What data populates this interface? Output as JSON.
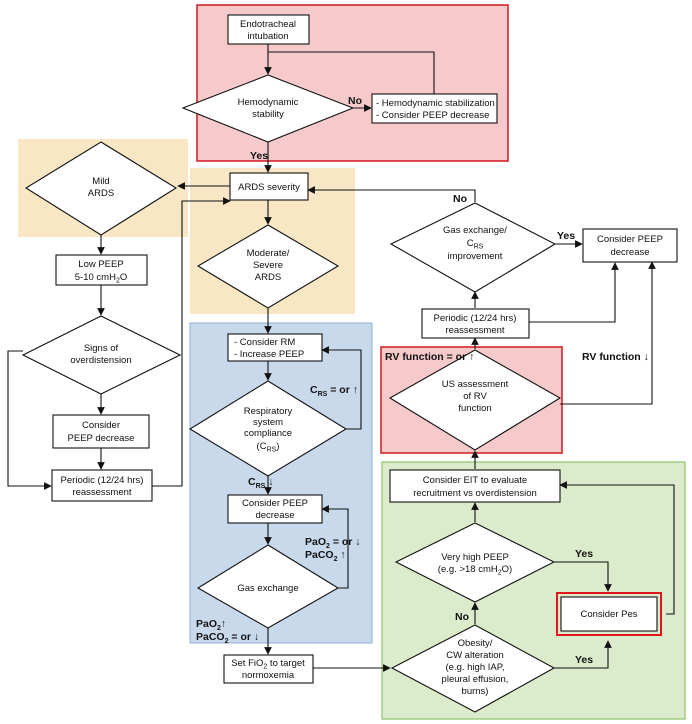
{
  "colors": {
    "red_region": "#f6c9cb",
    "red_border": "#d4252c",
    "yellow_region": "#f8e6c4",
    "blue_region": "#c9d9ec",
    "blue_border": "#8fb0d6",
    "green_region": "#dcebcb",
    "green_border": "#8fc06b",
    "highlight_border": "#e0161b"
  },
  "nodes": {
    "intubation": [
      "Endotracheal",
      "intubation"
    ],
    "hemo_stability": [
      "Hemodynamic",
      "stability"
    ],
    "hemo_stabilization": [
      "- Hemodynamic stabilization",
      "- Consider  PEEP decrease"
    ],
    "ards_severity": "ARDS severity",
    "mild_ards": [
      "Mild",
      "ARDS"
    ],
    "moderate_severe": [
      "Moderate/",
      "Severe",
      "ARDS"
    ],
    "low_peep": {
      "line1": "Low PEEP",
      "line2": "5-10 cmH",
      "sub": "2",
      "tail": "O"
    },
    "overdistension": [
      "Signs of",
      "overdistension"
    ],
    "left_decrease": [
      "Consider",
      "PEEP decrease"
    ],
    "left_periodic": [
      "Periodic (12/24 hrs)",
      "reassessment"
    ],
    "rm": [
      "- Consider RM",
      "- Increase PEEP"
    ],
    "compliance": {
      "line1": "Respiratory",
      "line2": "system",
      "line3": "compliance",
      "paren_open": "(C",
      "sub": "RS",
      "paren_close": ")"
    },
    "mid_decrease": [
      "Consider PEEP",
      "decrease"
    ],
    "gas_exchange": "Gas exchange",
    "set_fio2": {
      "pre": "Set FiO",
      "sub": "2",
      "post": " to target",
      "line2": "normoxemia"
    },
    "gas_crs": {
      "line1": "Gas exchange/",
      "c": "C",
      "sub": "RS",
      "line3": "improvement"
    },
    "right_decrease": [
      "Consider  PEEP",
      "decrease"
    ],
    "right_periodic": [
      "Periodic (12/24 hrs)",
      "reassessment"
    ],
    "us_rv": [
      "US assessment",
      "of RV",
      "function"
    ],
    "eit": [
      "Consider EIT to evaluate",
      "recruitment vs overdistension"
    ],
    "very_high_peep": {
      "line1": "Very high PEEP",
      "line2": "(e.g. >18 cmH",
      "sub": "2",
      "tail": "O)"
    },
    "consider_pes": "Consider Pes",
    "obesity": [
      "Obesity/",
      "CW alteration",
      "(e.g. high IAP,",
      "pleural effusion,",
      "burns)"
    ]
  },
  "labels": {
    "no_hemo": "No",
    "yes_hemo": "Yes",
    "no_gas": "No",
    "yes_gas": "Yes",
    "rv_equal_up": "RV function = or ↑",
    "rv_down": "RV function ↓",
    "crs_equal_up": {
      "c": "C",
      "sub": "RS",
      "tail": " = or ↑"
    },
    "crs_down": {
      "c": "C",
      "sub": "RS",
      "tail": " ↓"
    },
    "pao2_down": {
      "a": "PaO",
      "sub": "2",
      "tail": " = or ↓"
    },
    "paco2_up": {
      "a": "PaCO",
      "sub": "2",
      "tail": " ↑"
    },
    "pao2_up": {
      "a": "PaO",
      "sub": "2",
      "tail": "↑"
    },
    "paco2_down": {
      "a": "PaCO",
      "sub": "2",
      "tail": " = or ↓"
    },
    "yes_peep": "Yes",
    "yes_obesity": "Yes",
    "no_obesity": "No"
  }
}
